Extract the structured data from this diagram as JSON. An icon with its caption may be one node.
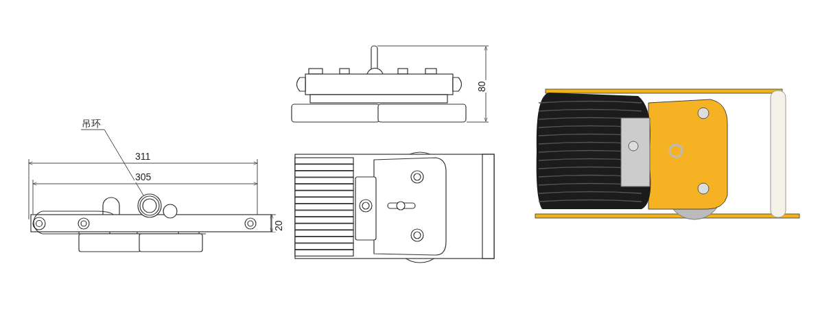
{
  "diagram": {
    "nodes": [
      {
        "text": [
          "吊环"
        ]
      },
      {
        "text": [],
        "shape": "circle"
      }
    ],
    "edges": [
      {
        "from": 0,
        "to": 1,
        "arrow": "none"
      }
    ],
    "labels": [
      "311",
      "305",
      "20",
      "80"
    ]
  }
}
